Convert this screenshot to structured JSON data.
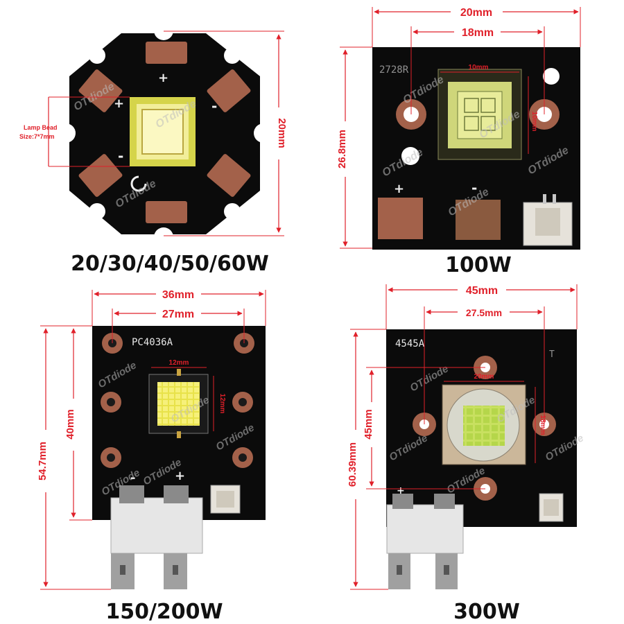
{
  "panels": [
    {
      "caption": "20/30/40/50/60W",
      "dimensions": [
        "20mm"
      ],
      "bead_note_line1": "Lamp Bead",
      "bead_note_line2": "Size:7*7mm",
      "watermarks": [
        "OTdiode",
        "OTdiode",
        "OTdiode"
      ],
      "pcb_symbols": [
        "+",
        "+",
        "-",
        "-"
      ]
    },
    {
      "caption": "100W",
      "dimensions": [
        "20mm",
        "18mm",
        "10mm",
        "26.8mm",
        "10mm"
      ],
      "silkscreen": "2728R",
      "watermarks": [
        "OTdiode",
        "OTdiode",
        "OTdiode",
        "OTdiode",
        "OTdiode"
      ],
      "pcb_symbols": [
        "+",
        "-"
      ]
    },
    {
      "caption": "150/200W",
      "dimensions": [
        "36mm",
        "27mm",
        "12mm",
        "12mm",
        "54.7mm",
        "40mm"
      ],
      "silkscreen": "PC4036A",
      "watermarks": [
        "OTdiode",
        "OTdiode",
        "OTdiode",
        "OTdiode",
        "OTdiode"
      ],
      "pcb_symbols": [
        "-",
        "+"
      ]
    },
    {
      "caption": "300W",
      "dimensions": [
        "45mm",
        "27.5mm",
        "20mm",
        "60.39mm",
        "45mm",
        "18mm"
      ],
      "silkscreen": "4545A",
      "silkscreen_extra": "T",
      "watermarks": [
        "OTdiode",
        "OTdiode",
        "OTdiode",
        "OTdiode",
        "OTdiode"
      ],
      "pcb_symbols": [
        "+"
      ]
    }
  ],
  "colors": {
    "dimension_lines": "#e0202a",
    "pcb_black": "#0b0b0b",
    "copper_pad": "#a3614a",
    "led_yellow": "#d8d86a",
    "terminal_white": "#e6e6e6"
  }
}
